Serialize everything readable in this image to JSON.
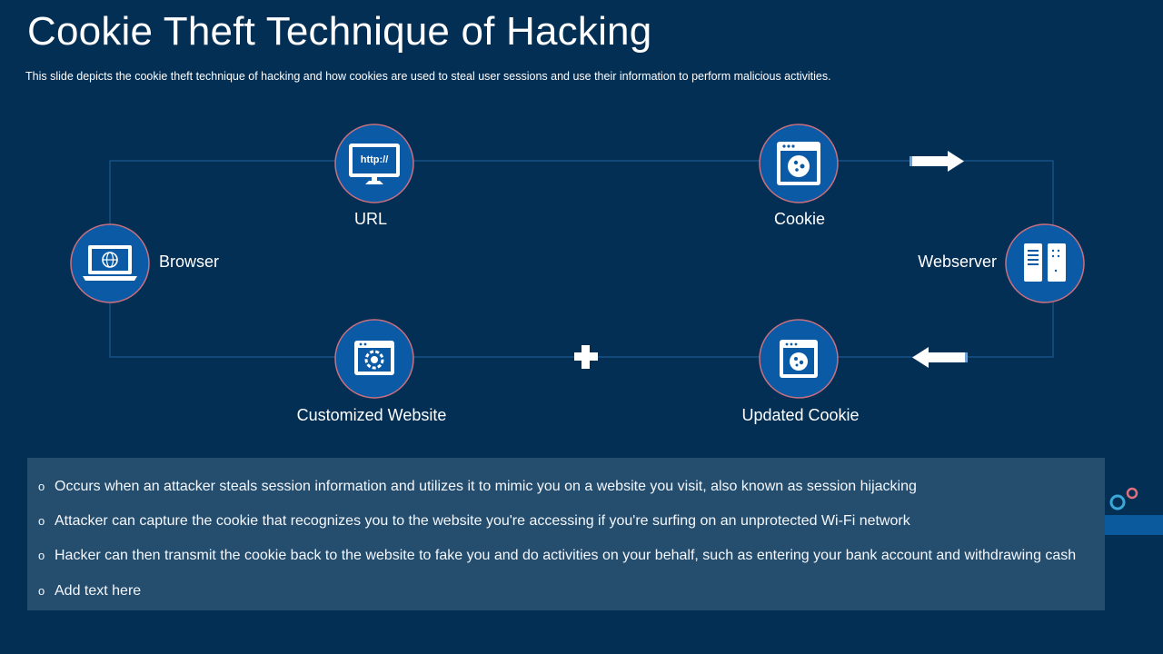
{
  "slide": {
    "title": "Cookie Theft Technique of Hacking",
    "subtitle": "This slide depicts the cookie theft technique of hacking and how cookies are used to steal user sessions and use their information to perform malicious activities."
  },
  "colors": {
    "background": "#042f55",
    "node_fill": "#0b5aa6",
    "node_ring": "#c9707e",
    "connector": "#1d5a93",
    "panel": "#244d6e",
    "deco_teal": "#3aa8d8",
    "deco_pink": "#e0707d"
  },
  "diagram": {
    "nodes": [
      {
        "id": "browser",
        "label": "Browser",
        "icon": "laptop-globe-icon"
      },
      {
        "id": "url",
        "label": "URL",
        "icon": "monitor-http-icon",
        "icon_text": "http://"
      },
      {
        "id": "cookie",
        "label": "Cookie",
        "icon": "browser-cookie-icon"
      },
      {
        "id": "webserver",
        "label": "Webserver",
        "icon": "server-icon"
      },
      {
        "id": "updated-cookie",
        "label": "Updated Cookie",
        "icon": "browser-cookie-icon"
      },
      {
        "id": "customized-website",
        "label": "Customized Website",
        "icon": "browser-gear-icon"
      }
    ],
    "operators": [
      "plus-icon"
    ],
    "arrows": [
      "arrow-right-icon",
      "arrow-left-icon"
    ]
  },
  "bullets": {
    "marker": "o",
    "items": [
      "Occurs when an attacker steals session information and utilizes it to mimic you on a website you visit, also known as session hijacking",
      "Attacker can capture the cookie that recognizes you to the website you're accessing if you're surfing on an unprotected Wi-Fi network",
      "Hacker can then transmit the cookie back to the website to fake you and do activities on your behalf, such as entering your bank account and withdrawing cash",
      "Add text here"
    ]
  }
}
